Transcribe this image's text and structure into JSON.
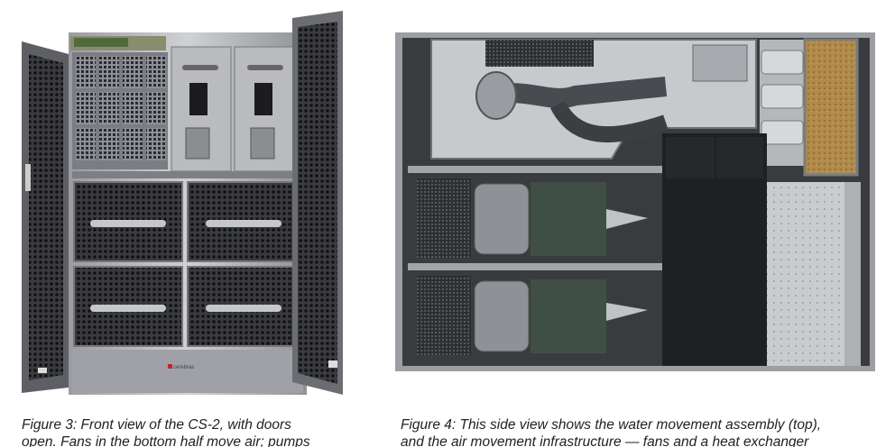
{
  "figure3": {
    "logo_text": "cerebras",
    "caption_line1": "Figure 3: Front view of the CS-2, with doors",
    "caption_line2": "open. Fans in the bottom half move air; pumps"
  },
  "figure4": {
    "caption_line1": "Figure 4: This side view shows the water movement assembly (top),",
    "caption_line2": "and the air movement infrastructure — fans and a heat exchanger"
  },
  "colors": {
    "frame": "#a7a9ad",
    "dark_panel": "#2b2c2f",
    "green_fan": "#3f4f45",
    "copper_filter": "#b08a4a",
    "logo_red": "#c0262e"
  }
}
